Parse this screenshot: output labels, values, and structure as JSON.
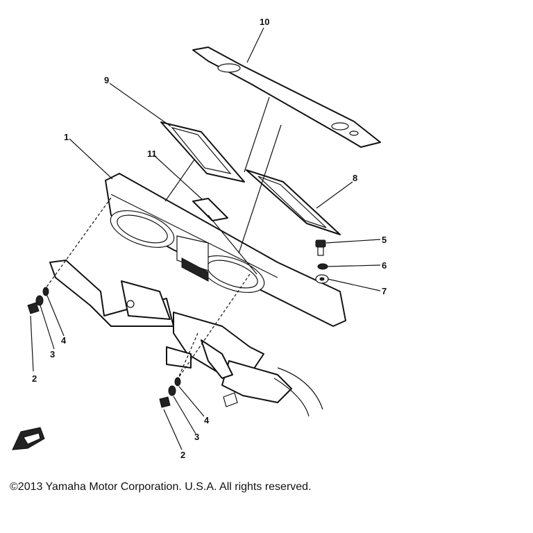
{
  "callouts": {
    "p1": "1",
    "p2a": "2",
    "p2b": "2",
    "p3a": "3",
    "p3b": "3",
    "p4a": "4",
    "p4b": "4",
    "p5": "5",
    "p6": "6",
    "p7": "7",
    "p8": "8",
    "p9": "9",
    "p10": "10",
    "p11": "11"
  },
  "copyright": "©2013 Yamaha Motor Corporation. U.S.A. All rights reserved.",
  "logo_text": "FWD"
}
